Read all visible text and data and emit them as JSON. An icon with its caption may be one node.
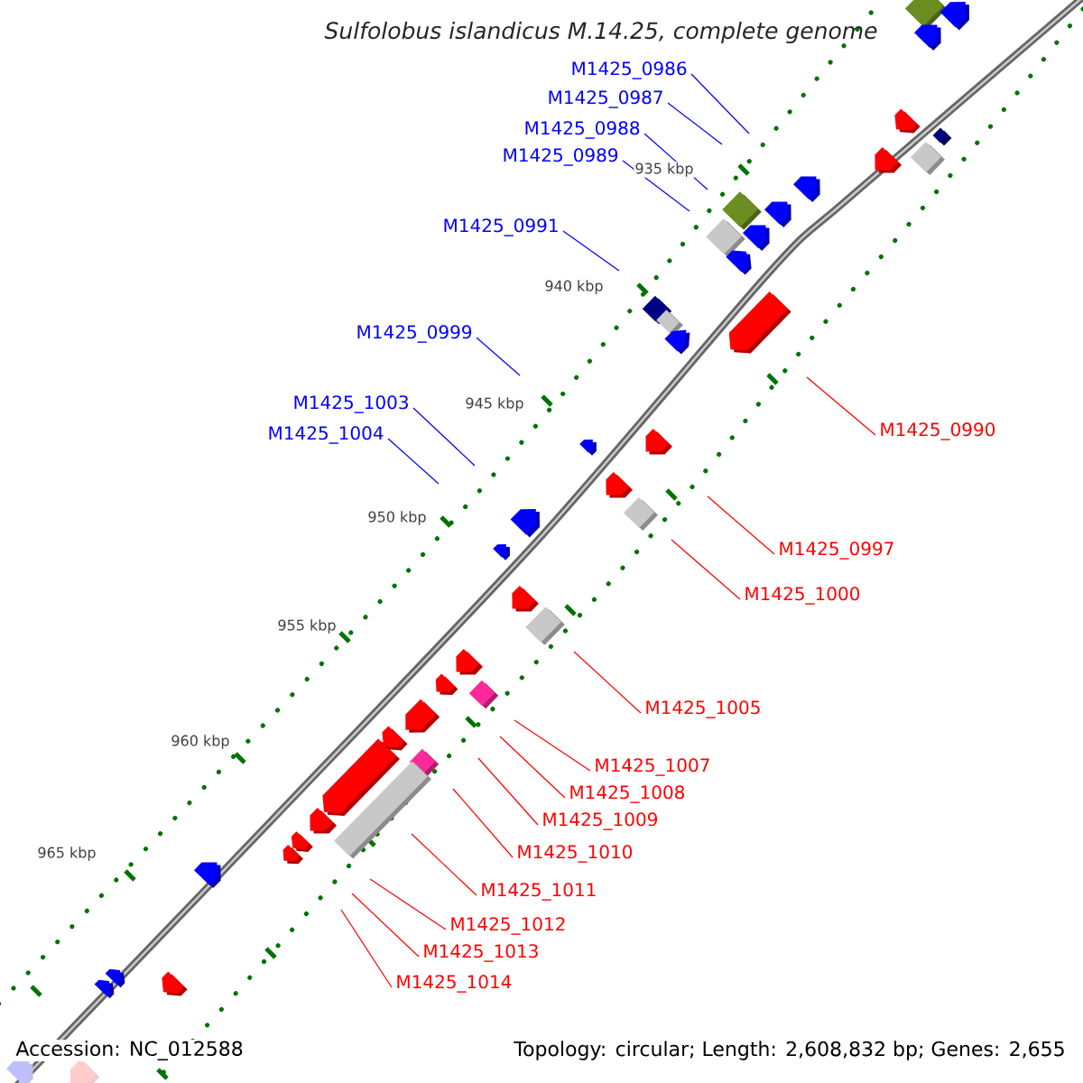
{
  "diagram": {
    "title": "Sulfolobus islandicus M.14.25, complete genome",
    "nodes": [
      {
        "text": [
          "M1425_0986"
        ]
      },
      {
        "text": [
          "M1425_0987"
        ]
      },
      {
        "text": [
          "M1425_0988"
        ]
      },
      {
        "text": [
          "M1425_0989"
        ]
      },
      {
        "text": [
          "M1425_0991"
        ]
      },
      {
        "text": [
          "M1425_0999"
        ]
      },
      {
        "text": [
          "M1425_1003"
        ]
      },
      {
        "text": [
          "M1425_0990"
        ]
      },
      {
        "text": [
          "M1425_1004"
        ]
      },
      {
        "text": [
          "M1425_0997"
        ]
      },
      {
        "text": [
          "M1425_1000"
        ]
      },
      {
        "text": [
          "M1425_1005"
        ]
      },
      {
        "text": [
          "M1425_1007"
        ]
      },
      {
        "text": [
          "M1425_1008"
        ]
      },
      {
        "text": [
          "M1425_1009"
        ]
      },
      {
        "text": [
          "M1425_1010"
        ]
      },
      {
        "text": [
          "M1425_1011"
        ]
      },
      {
        "text": [
          "M1425_1012"
        ]
      },
      {
        "text": [
          "M1425_1013"
        ]
      },
      {
        "text": [
          "M1425_1014"
        ]
      }
    ],
    "edges": [
      {
        "from": 0,
        "to": null,
        "arrow": "none",
        "color": "#0000ff"
      },
      {
        "from": 1,
        "to": null,
        "arrow": "none",
        "color": "#0000ff"
      },
      {
        "from": 2,
        "to": null,
        "arrow": "none",
        "color": "#0000ff"
      },
      {
        "from": 3,
        "to": null,
        "arrow": "none",
        "color": "#0000ff"
      },
      {
        "from": 4,
        "to": null,
        "arrow": "none",
        "color": "#0000ff"
      },
      {
        "from": 5,
        "to": null,
        "arrow": "none",
        "color": "#0000ff"
      },
      {
        "from": 6,
        "to": null,
        "arrow": "none",
        "color": "#0000ff"
      },
      {
        "from": 7,
        "to": null,
        "arrow": "none"
      },
      {
        "from": 8,
        "to": null,
        "arrow": "none",
        "color": "#0000ff"
      },
      {
        "from": 9,
        "to": null,
        "arrow": "none"
      },
      {
        "from": 10,
        "to": null,
        "arrow": "none"
      },
      {
        "from": 11,
        "to": null,
        "arrow": "none"
      },
      {
        "from": 12,
        "to": null,
        "arrow": "none"
      },
      {
        "from": 13,
        "to": null,
        "arrow": "none"
      },
      {
        "from": 14,
        "to": null,
        "arrow": "none"
      },
      {
        "from": 15,
        "to": null,
        "arrow": "none"
      },
      {
        "from": 16,
        "to": null,
        "arrow": "none"
      },
      {
        "from": 17,
        "to": null,
        "arrow": "none"
      },
      {
        "from": 18,
        "to": null,
        "arrow": "none"
      },
      {
        "from": 19,
        "to": null,
        "arrow": "none"
      }
    ],
    "labels": [
      "935 kbp",
      "940 kbp",
      "945 kbp",
      "950 kbp",
      "955 kbp",
      "960 kbp",
      "965 kbp",
      "Accession: NC_012588",
      "Topology: circular; Length: 2,608,832 bp; Genes: 2,655"
    ]
  }
}
